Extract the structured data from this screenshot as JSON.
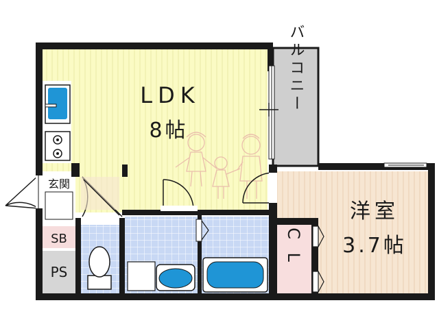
{
  "rooms": {
    "ldk": {
      "name": "LDK",
      "size": "8帖"
    },
    "western": {
      "name": "洋室",
      "size": "3.7帖"
    },
    "balcony": {
      "name": "バルコニー"
    },
    "entrance": {
      "name": "玄関"
    },
    "shoebox": {
      "name": "SB"
    },
    "pipe_space": {
      "name": "PS"
    },
    "closet": {
      "name": "C L"
    }
  },
  "colors": {
    "ldk_floor": "#fbfbc4",
    "western_floor": "#f7e6d2",
    "wet_area": "#c8d8f4",
    "balcony": "#cfcfcf",
    "closet": "#f8dede",
    "shoebox": "#f6dcdc",
    "pipe_space": "#d6d6d6",
    "wall": "#1a1a1a",
    "fixture_blue": "#1f95d6"
  },
  "icons": [
    "kitchen-sink-icon",
    "gas-stove-icon",
    "toilet-icon",
    "washbasin-icon",
    "bathtub-icon",
    "family-watermark-icon"
  ]
}
